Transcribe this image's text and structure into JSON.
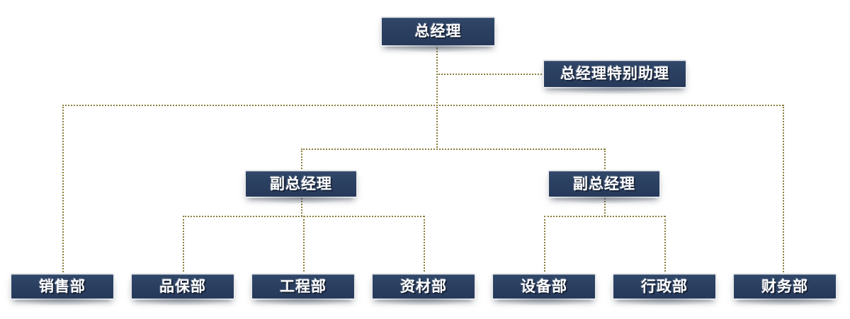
{
  "chart_title": "",
  "style": {
    "box_fill": "#2b4061",
    "box_border": "#e9eaec",
    "box_text": "#ffffff",
    "connector": "#8a7f3c",
    "background": "#ffffff"
  },
  "nodes": {
    "general_manager": {
      "label": "总经理"
    },
    "gm_special_assistant": {
      "label": "总经理特别助理"
    },
    "deputy_gm_left": {
      "label": "副总经理"
    },
    "deputy_gm_right": {
      "label": "副总经理"
    },
    "departments": [
      {
        "label": "销售部"
      },
      {
        "label": "品保部"
      },
      {
        "label": "工程部"
      },
      {
        "label": "资材部"
      },
      {
        "label": "设备部"
      },
      {
        "label": "行政部"
      },
      {
        "label": "财务部"
      }
    ]
  }
}
